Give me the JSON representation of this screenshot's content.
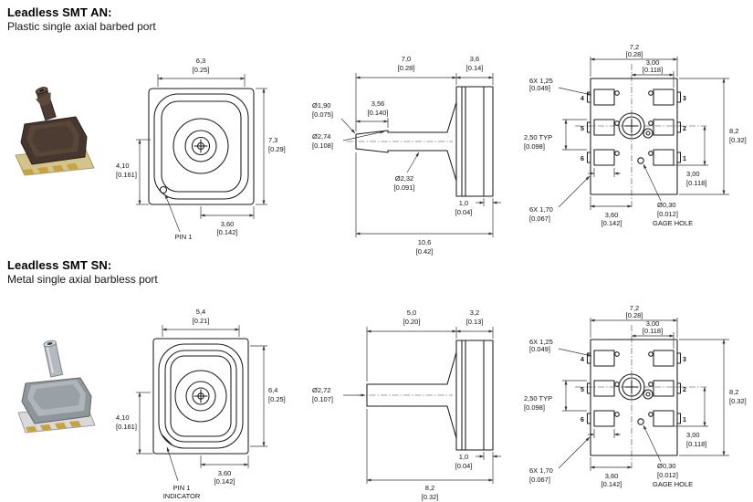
{
  "sections": [
    {
      "title": "Leadless SMT AN:",
      "subtitle": "Plastic single axial barbed port",
      "top": {
        "w_mm": "6,3",
        "w_in": "[0.25]",
        "h_mm": "7,3",
        "h_in": "[0.29]",
        "port_mm": "4,10",
        "port_in": "[0.161]",
        "pad_mm": "3,60",
        "pad_in": "[0.142]",
        "pin1": "PIN 1"
      },
      "side": {
        "port_mm": "7,0",
        "port_in": "[0.28]",
        "body_mm": "3,6",
        "body_in": "[0.14]",
        "tip_mm": "Ø1,90",
        "tip_in": "[0.075]",
        "barb_mm": "3,56",
        "barb_in": "[0.140]",
        "barbdia_mm": "Ø2,74",
        "barbdia_in": "[0.108]",
        "tube_mm": "Ø2,32",
        "tube_in": "[0.091]",
        "lid_mm": "1,0",
        "lid_in": "[0.04]",
        "total_mm": "10,6",
        "total_in": "[0.42]"
      },
      "bottom": {
        "w_mm": "7,2",
        "w_in": "[0.28]",
        "cw_mm": "3,00",
        "cw_in": "[0.118]",
        "padh_mm": "6X 1,25",
        "padh_in": "[0.049]",
        "h_mm": "8,2",
        "h_in": "[0.32]",
        "pitch_mm": "2,50 TYP",
        "pitch_in": "[0.098]",
        "ch_mm": "3,00",
        "ch_in": "[0.118]",
        "padw_mm": "6X 1,70",
        "padw_in": "[0.067]",
        "half_mm": "3,60",
        "half_in": "[0.142]",
        "gage_mm": "Ø0,30",
        "gage_in": "[0.012]",
        "gage_label": "GAGE HOLE",
        "pin1": "1",
        "pin2": "2",
        "pin3": "3",
        "pin4": "4",
        "pin5": "5",
        "pin6": "6"
      }
    },
    {
      "title": "Leadless SMT SN:",
      "subtitle": "Metal single axial barbless port",
      "top": {
        "w_mm": "5,4",
        "w_in": "[0.21]",
        "h_mm": "6,4",
        "h_in": "[0.25]",
        "port_mm": "4,10",
        "port_in": "[0.161]",
        "pad_mm": "3,60",
        "pad_in": "[0.142]",
        "pin1_line1": "PIN 1",
        "pin1_line2": "INDICATOR"
      },
      "side": {
        "port_mm": "5,0",
        "port_in": "[0.20]",
        "body_mm": "3,2",
        "body_in": "[0.13]",
        "tube_mm": "Ø2,72",
        "tube_in": "[0.107]",
        "lid_mm": "1,0",
        "lid_in": "[0.04]",
        "total_mm": "8,2",
        "total_in": "[0.32]"
      },
      "bottom": {
        "w_mm": "7,2",
        "w_in": "[0.28]",
        "cw_mm": "3,00",
        "cw_in": "[0.118]",
        "padh_mm": "6X 1,25",
        "padh_in": "[0.049]",
        "h_mm": "8,2",
        "h_in": "[0.32]",
        "pitch_mm": "2,50 TYP",
        "pitch_in": "[0.098]",
        "ch_mm": "3,00",
        "ch_in": "[0.118]",
        "padw_mm": "6X 1,70",
        "padw_in": "[0.067]",
        "half_mm": "3,60",
        "half_in": "[0.142]",
        "gage_mm": "Ø0,30",
        "gage_in": "[0.012]",
        "gage_label": "GAGE HOLE",
        "pin1": "1",
        "pin2": "2",
        "pin3": "3",
        "pin4": "4",
        "pin5": "5",
        "pin6": "6"
      }
    }
  ]
}
